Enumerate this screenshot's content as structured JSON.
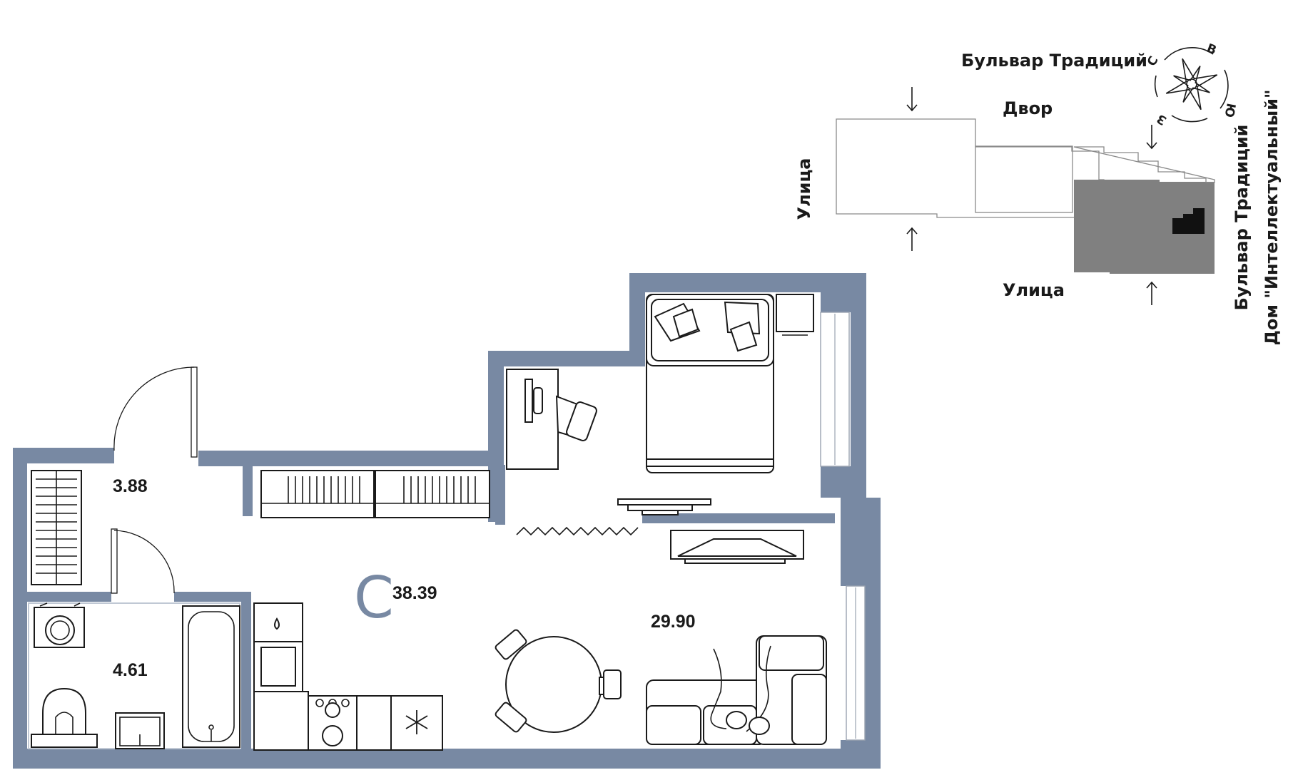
{
  "labels": {
    "street_top": "Бульвар Традиций",
    "yard": "Двор",
    "street_left": "Улица",
    "street_bottom": "Улица",
    "street_right": "Бульвар Традиций",
    "building_name": "Дом \"Интеллектуальный\""
  },
  "compass": {
    "north": "С",
    "east": "В",
    "south": "Ю",
    "west": "З"
  },
  "apartment": {
    "type_letter": "С",
    "total_area": "38.39",
    "rooms": {
      "hallway_area": "3.88",
      "bathroom_area": "4.61",
      "living_area": "29.90"
    }
  },
  "colors": {
    "wall": "#7889a3",
    "building_highlight": "#808080",
    "apartment_marker": "#111111",
    "line": "#1a1a1a"
  }
}
